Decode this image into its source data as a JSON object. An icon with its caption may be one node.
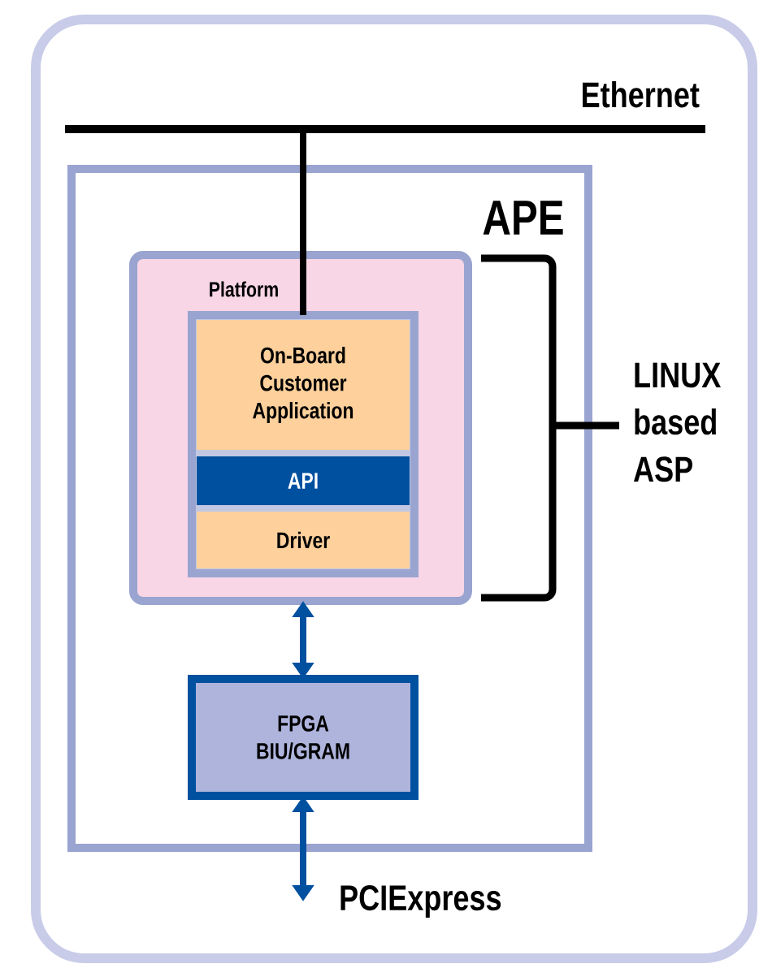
{
  "diagram": {
    "nodes": [
      {
        "text": [],
        "shape": "bar",
        "beside": [
          "Ethernet"
        ]
      },
      {
        "text": [
          "APE"
        ]
      },
      {
        "text": [
          "Platform"
        ],
        "in": 1
      },
      {
        "text": [],
        "shape": "box",
        "in": 2
      },
      {
        "text": [
          "On-Board Customer Application"
        ],
        "in": 3
      },
      {
        "text": [
          "API"
        ],
        "in": 3
      },
      {
        "text": [
          "Driver"
        ],
        "in": 3
      },
      {
        "text": [
          "FPGA BIU/GRAM"
        ],
        "in": 1
      }
    ],
    "edges": [
      {
        "from": 0,
        "to": 3,
        "arrow": "none",
        "color": "#000000"
      },
      {
        "from": 2,
        "to": 7,
        "arrow": "both"
      },
      {
        "from": 7,
        "to": null,
        "arrow": "both"
      }
    ],
    "labels": [
      "LINUX based ASP",
      "PCIExpress"
    ]
  }
}
